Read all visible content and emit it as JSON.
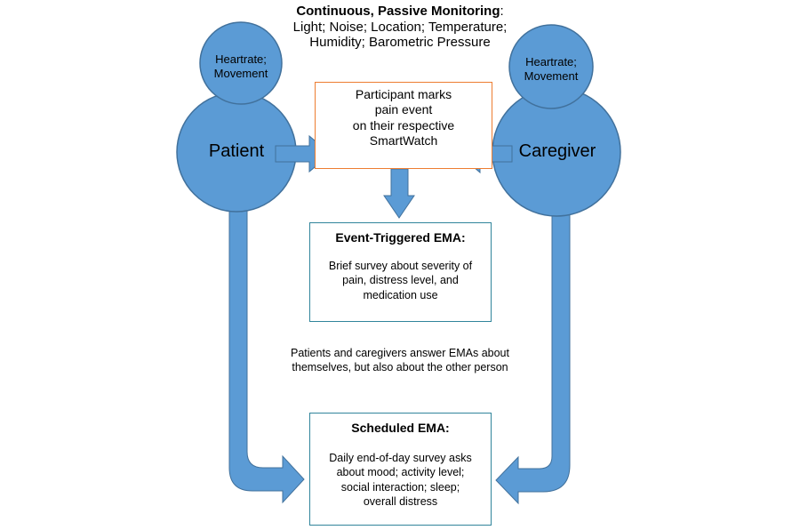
{
  "monitoring": {
    "title": "Continuous, Passive Monitoring",
    "colon": ":",
    "line1": "Light; Noise; Location; Temperature;",
    "line2": "Humidity; Barometric Pressure"
  },
  "patient": {
    "label": "Patient",
    "sensor_line1": "Heartrate;",
    "sensor_line2": "Movement"
  },
  "caregiver": {
    "label": "Caregiver",
    "sensor_line1": "Heartrate;",
    "sensor_line2": "Movement"
  },
  "pain_event": {
    "line1": "Participant marks",
    "line2": "pain event",
    "line3": "on their respective",
    "line4": "SmartWatch"
  },
  "event_ema": {
    "title": "Event-Triggered EMA:",
    "line1": "Brief survey about severity of",
    "line2": "pain, distress level, and",
    "line3": "medication use"
  },
  "note": {
    "line1": "Patients and caregivers answer EMAs about",
    "line2": "themselves, but also about the other person"
  },
  "scheduled_ema": {
    "title": "Scheduled EMA:",
    "line1": "Daily end-of-day survey asks",
    "line2": "about mood; activity level;",
    "line3": "social interaction; sleep;",
    "line4": "overall distress"
  },
  "colors": {
    "node_fill": "#5b9bd5",
    "node_stroke": "#41719c",
    "pain_box_border": "#ed7d31",
    "ema_box_border": "#31859b"
  }
}
